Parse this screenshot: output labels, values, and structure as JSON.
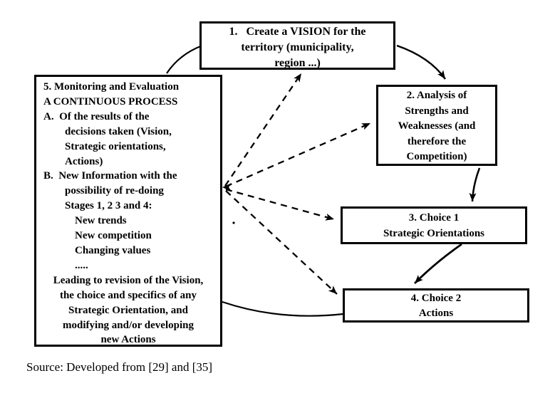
{
  "title": "Strategic planning cycle diagram",
  "colors": {
    "background": "#ffffff",
    "line": "#000000",
    "box_border": "#000000"
  },
  "boxes": {
    "box1": {
      "name": "create-vision",
      "lines": [
        "1.   Create a VISION for the",
        "territory (municipality,",
        "region ...)"
      ]
    },
    "box2": {
      "name": "analysis-strengths-weaknesses",
      "lines": [
        "2. Analysis of",
        "Strengths and",
        "Weaknesses (and",
        "therefore the",
        "Competition)"
      ]
    },
    "box3": {
      "name": "choice1-strategic-orientations",
      "lines": [
        "3. Choice 1",
        "Strategic Orientations"
      ]
    },
    "box4": {
      "name": "choice2-actions",
      "lines": [
        "4. Choice 2",
        "Actions"
      ]
    },
    "box5": {
      "name": "monitoring-evaluation",
      "lines": [
        "5. Monitoring and Evaluation",
        "A CONTINUOUS PROCESS",
        "A.  Of the results of the",
        "decisions taken (Vision,",
        "Strategic orientations,",
        "Actions)",
        "B.  New Information with the",
        "possibility of re-doing",
        "Stages 1, 2 3 and 4:",
        "New trends",
        "New competition",
        "Changing values",
        ".....",
        "Leading to revision of the Vision,",
        "the choice and specifics of any",
        "Strategic Orientation, and",
        "modifying and/or developing",
        "new Actions"
      ]
    }
  },
  "edges": [
    {
      "from": "box5",
      "to": "box1",
      "style": "solid-curve",
      "arrowhead": false
    },
    {
      "from": "box1",
      "to": "box2",
      "style": "solid-curve",
      "arrowhead": true
    },
    {
      "from": "box2",
      "to": "box3",
      "style": "solid-curve",
      "arrowhead": true
    },
    {
      "from": "box3",
      "to": "box4",
      "style": "solid-curve",
      "arrowhead": true
    },
    {
      "from": "box4",
      "to": "box5",
      "style": "solid-curve",
      "arrowhead": false
    },
    {
      "from": "box5",
      "to": "box1",
      "style": "dashed-arrow",
      "arrowhead": true
    },
    {
      "from": "box5",
      "to": "box2",
      "style": "dashed-arrow",
      "arrowhead": true
    },
    {
      "from": "box5",
      "to": "box3",
      "style": "dashed-arrow",
      "arrowhead": true
    },
    {
      "from": "box5",
      "to": "box4",
      "style": "dashed-arrow",
      "arrowhead": true
    },
    {
      "from": "dashed-fan",
      "to": "box5",
      "style": "small-arrowhead",
      "arrowhead": true
    }
  ],
  "source": {
    "text": "Source: Developed from [29] and [35]"
  }
}
